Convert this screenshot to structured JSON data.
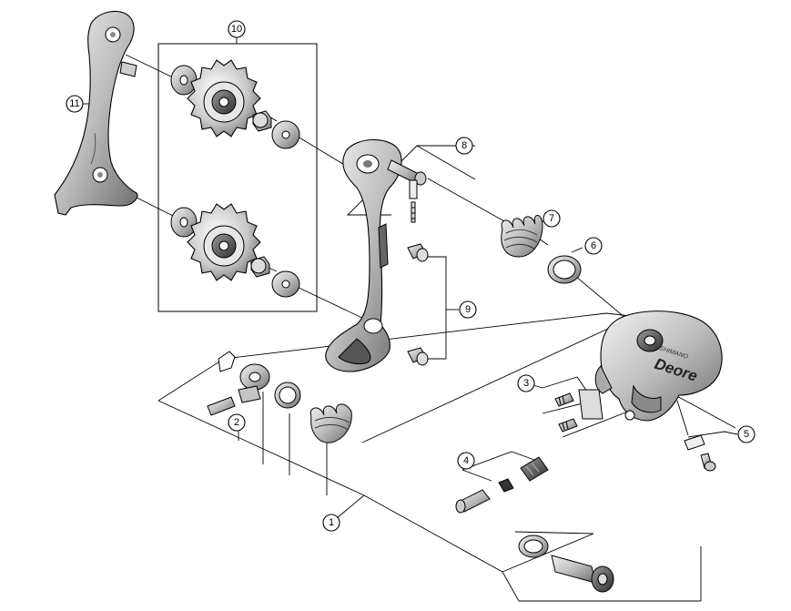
{
  "callouts": {
    "c1": "1",
    "c2": "2",
    "c3": "3",
    "c4": "4",
    "c5": "5",
    "c6": "6",
    "c7": "7",
    "c8": "8",
    "c9": "9",
    "c10": "10",
    "c11": "11"
  },
  "body_logo": "Deore",
  "body_brand": "SHIMANO",
  "colors": {
    "line": "#000000",
    "metal_light": "#d9d9d9",
    "metal_mid": "#a8a8a8",
    "metal_dark": "#555555",
    "background": "#ffffff"
  }
}
